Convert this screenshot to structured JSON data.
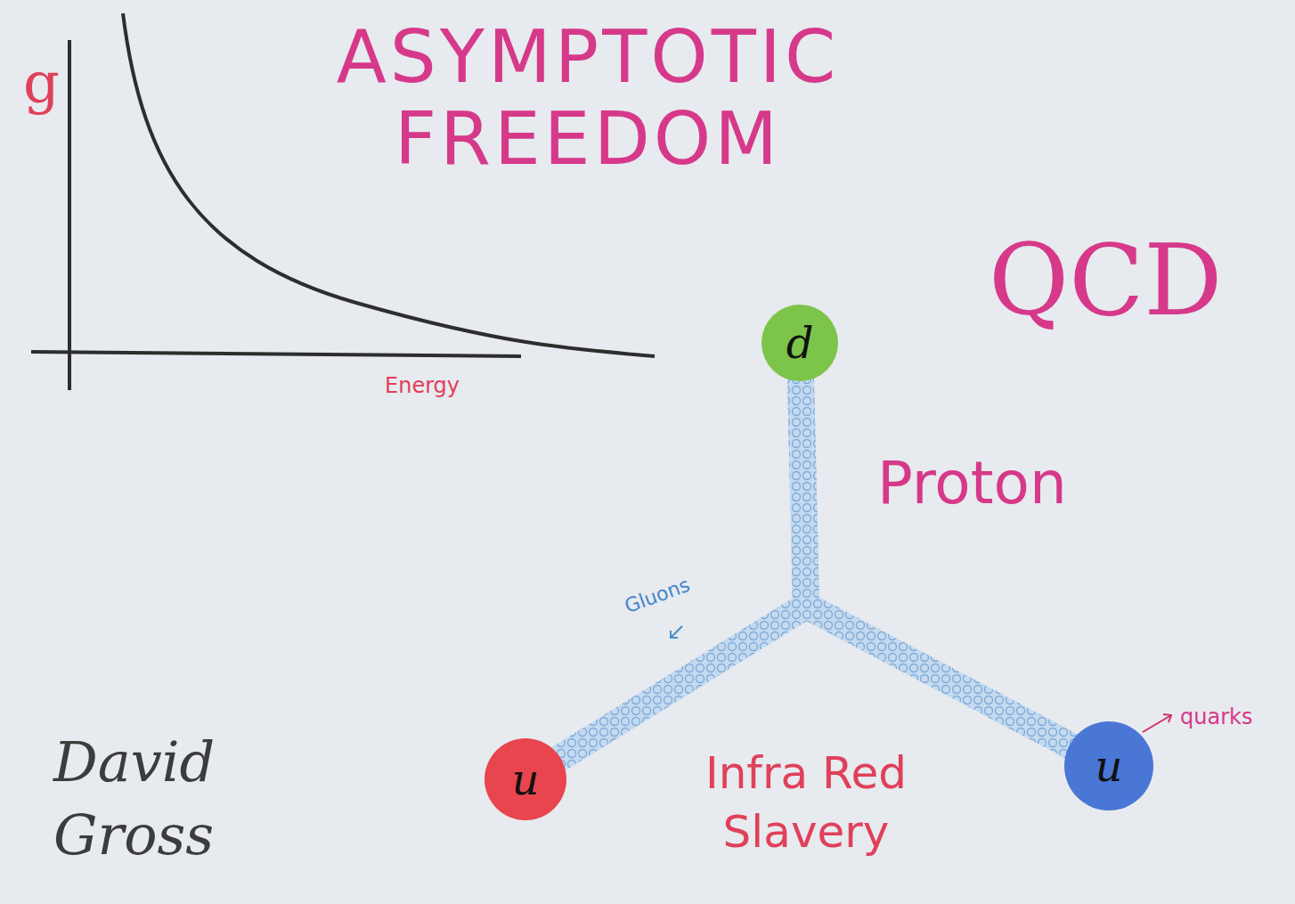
{
  "diagram": {
    "title": "ASYMPTOTIC FREEDOM",
    "nodes": [
      {
        "text": [
          "d"
        ]
      },
      {
        "text": [
          "u"
        ]
      },
      {
        "text": [
          "u"
        ]
      }
    ],
    "edges": [
      {
        "from": 0,
        "to": 1,
        "arrow": "none"
      },
      {
        "from": 0,
        "to": 2,
        "arrow": "none"
      },
      {
        "from": 1,
        "to": 2,
        "arrow": "none"
      }
    ],
    "labels": [
      "g",
      "Energy",
      "QCD",
      "Proton",
      "Gluons",
      "quarks",
      "Infra Red Slavery",
      "David Gross"
    ]
  }
}
